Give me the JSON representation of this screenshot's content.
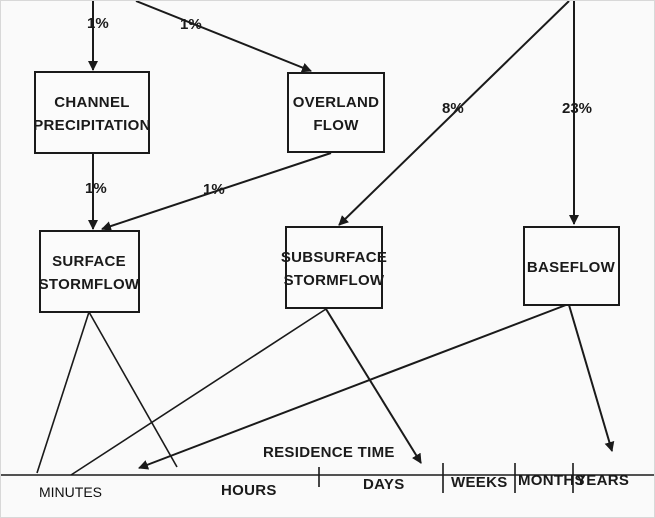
{
  "boxes": {
    "channel_precipitation": [
      "CHANNEL",
      "PRECIPITATION"
    ],
    "overland_flow": [
      "OVERLAND",
      "FLOW"
    ],
    "surface_stormflow": [
      "SURFACE",
      "STORMFLOW"
    ],
    "subsurface_stormflow": [
      "SUBSURFACE",
      "STORMFLOW"
    ],
    "baseflow": [
      "BASEFLOW"
    ]
  },
  "percentages": {
    "to_channel": "1%",
    "to_overland": "1%",
    "to_subsurface": "8%",
    "to_baseflow": "23%",
    "channel_to_surface": "1%",
    "overland_to_surface": "1%"
  },
  "axis": {
    "title": "RESIDENCE TIME",
    "labels": [
      "MINUTES",
      "HOURS",
      "DAYS",
      "WEEKS",
      "MONTHS",
      "YEARS"
    ]
  },
  "colors": {
    "ink": "#1a1a1a",
    "paper": "#fafafa"
  }
}
